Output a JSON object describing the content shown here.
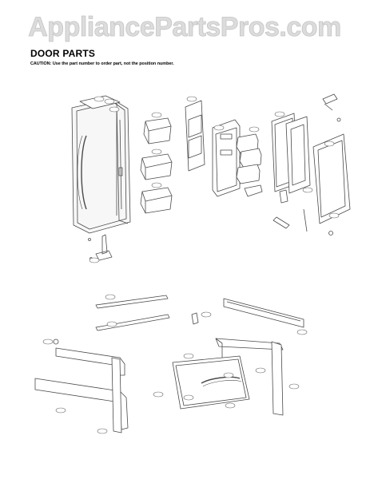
{
  "watermark": {
    "text": "AppliancePartsPros.com"
  },
  "header": {
    "title": "DOOR PARTS",
    "caution": "CAUTION: Use the part number to order part, not the position number."
  },
  "colors": {
    "line": "#4a4a4a",
    "watermark_fill": "#d9d9d9",
    "watermark_stroke": "#bfbfbf",
    "background": "#ffffff"
  }
}
